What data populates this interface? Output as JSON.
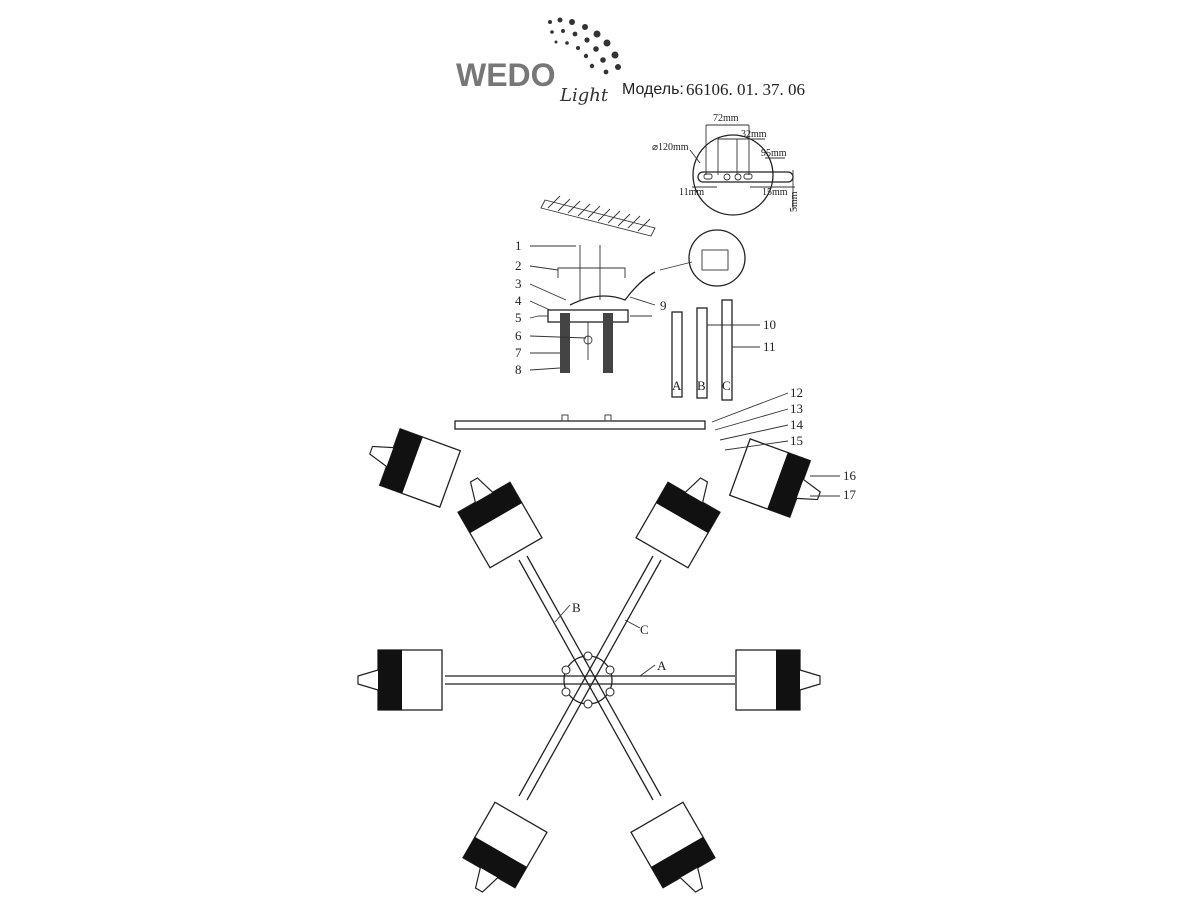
{
  "logo": {
    "brand": "WEDO",
    "sub": "Light"
  },
  "model": {
    "label": "Модель:",
    "number": "66106. 01. 37. 06"
  },
  "dimensions": {
    "d120": "⌀120mm",
    "d72": "72mm",
    "d32": "32mm",
    "d95": "95mm",
    "d11": "11mm",
    "d15": "15mm",
    "d5": "5mm"
  },
  "part_numbers": [
    "1",
    "2",
    "3",
    "4",
    "5",
    "6",
    "7",
    "8",
    "9",
    "10",
    "11",
    "12",
    "13",
    "14",
    "15",
    "16",
    "17"
  ],
  "rod_labels": [
    "A",
    "B",
    "C"
  ],
  "arm_labels": {
    "a": "A",
    "b": "B",
    "c": "C"
  }
}
